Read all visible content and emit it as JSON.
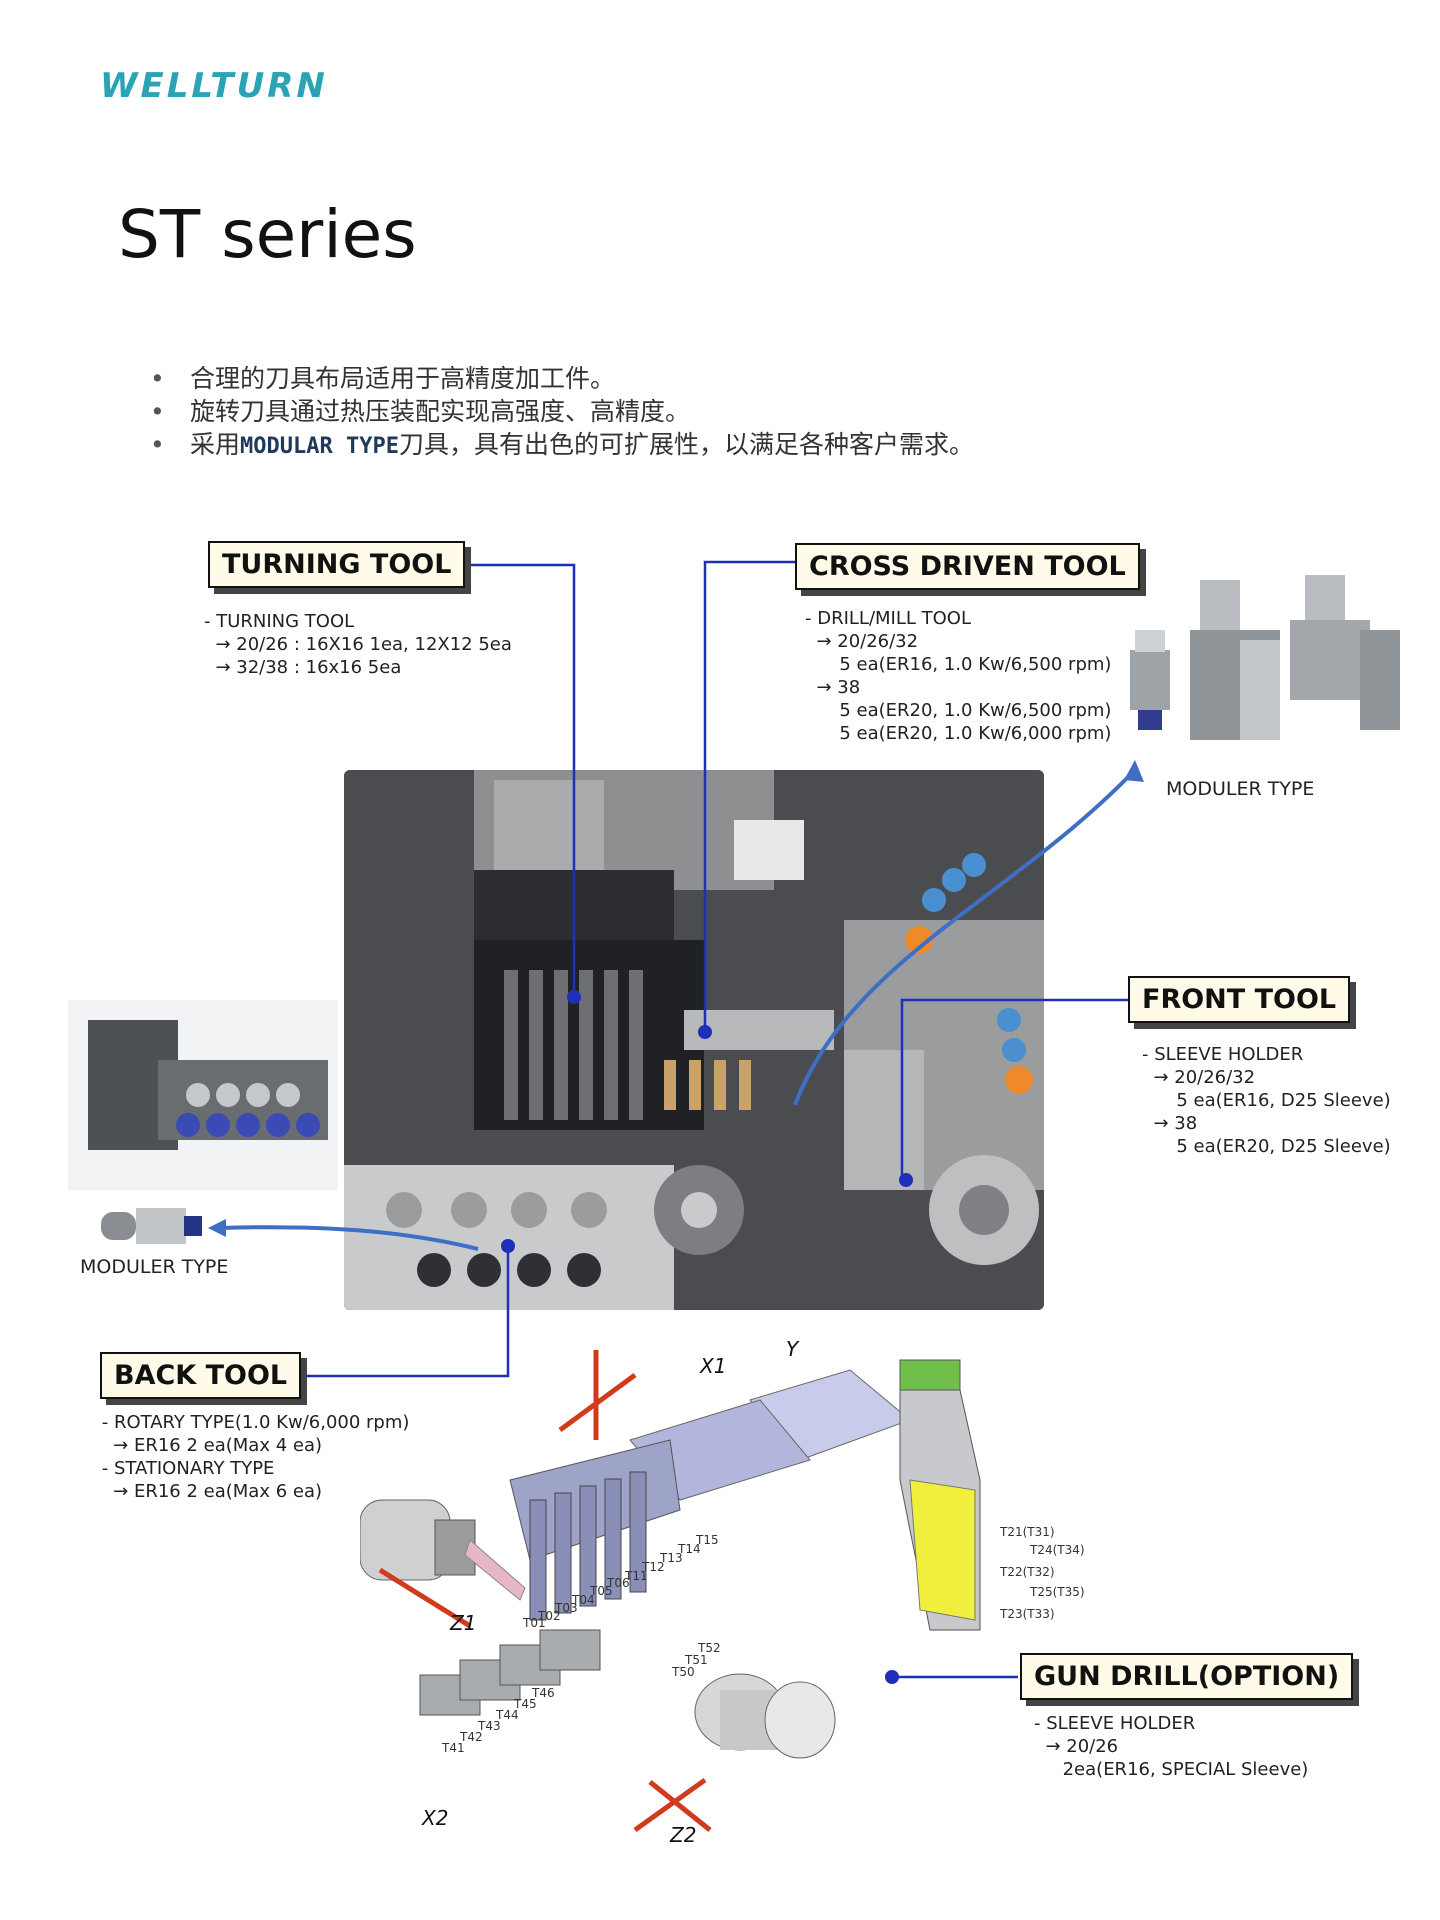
{
  "brand": {
    "logo": "WELLTURN"
  },
  "page": {
    "title": "ST series"
  },
  "bullets": [
    {
      "text": "合理的刀具布局适用于高精度加工件。"
    },
    {
      "pre": "采用",
      "emph": "MODULAR TYPE",
      "post": "刀具，具有出色的可扩展性，以满足各种客户需求。"
    },
    {
      "text": "旋转刀具通过热压装配实现高强度、高精度。"
    }
  ],
  "turning_tool": {
    "label": "TURNING TOOL",
    "desc": "- TURNING TOOL\n  → 20/26 : 16X16 1ea, 12X12 5ea\n  → 32/38 : 16x16 5ea"
  },
  "cross_driven_tool": {
    "label": "CROSS DRIVEN TOOL",
    "desc": "- DRILL/MILL TOOL\n  → 20/26/32\n      5 ea(ER16, 1.0 Kw/6,500 rpm)\n  → 38\n      5 ea(ER20, 1.0 Kw/6,500 rpm)\n      5 ea(ER20, 1.0 Kw/6,000 rpm)"
  },
  "front_tool": {
    "label": "FRONT TOOL",
    "desc": "- SLEEVE HOLDER\n  → 20/26/32\n      5 ea(ER16, D25 Sleeve)\n  → 38\n      5 ea(ER20, D25 Sleeve)"
  },
  "back_tool": {
    "label": "BACK TOOL",
    "desc": " - ROTARY TYPE(1.0 Kw/6,000 rpm)\n   → ER16 2 ea(Max 4 ea)\n - STATIONARY TYPE\n   → ER16 2 ea(Max 6 ea)"
  },
  "gun_drill": {
    "label": "GUN DRILL(OPTION)",
    "desc": "- SLEEVE HOLDER\n  → 20/26\n     2ea(ER16, SPECIAL Sleeve)"
  },
  "moduler_labels": {
    "right": "MODULER TYPE",
    "left": "MODULER TYPE"
  },
  "diagram": {
    "axes": {
      "x1": "X1",
      "y": "Y",
      "z1": "Z1",
      "x2": "X2",
      "z2": "Z2",
      "plus": "+",
      "minus": "–"
    },
    "tool_numbers": [
      "T01",
      "T02",
      "T03",
      "T04",
      "T05",
      "T06",
      "T11",
      "T12",
      "T13",
      "T14",
      "T15",
      "T21(T31)",
      "T24(T34)",
      "T22(T32)",
      "T25(T35)",
      "T23(T33)",
      "T41",
      "T42",
      "T43",
      "T44",
      "T45",
      "T46",
      "T50",
      "T51",
      "T52"
    ]
  },
  "colors": {
    "leader_line": "#1f2fb8",
    "curve_arrow": "#3f6fc4",
    "axis_arrow": "#d23a1e",
    "logo": "#2aa3b5"
  }
}
